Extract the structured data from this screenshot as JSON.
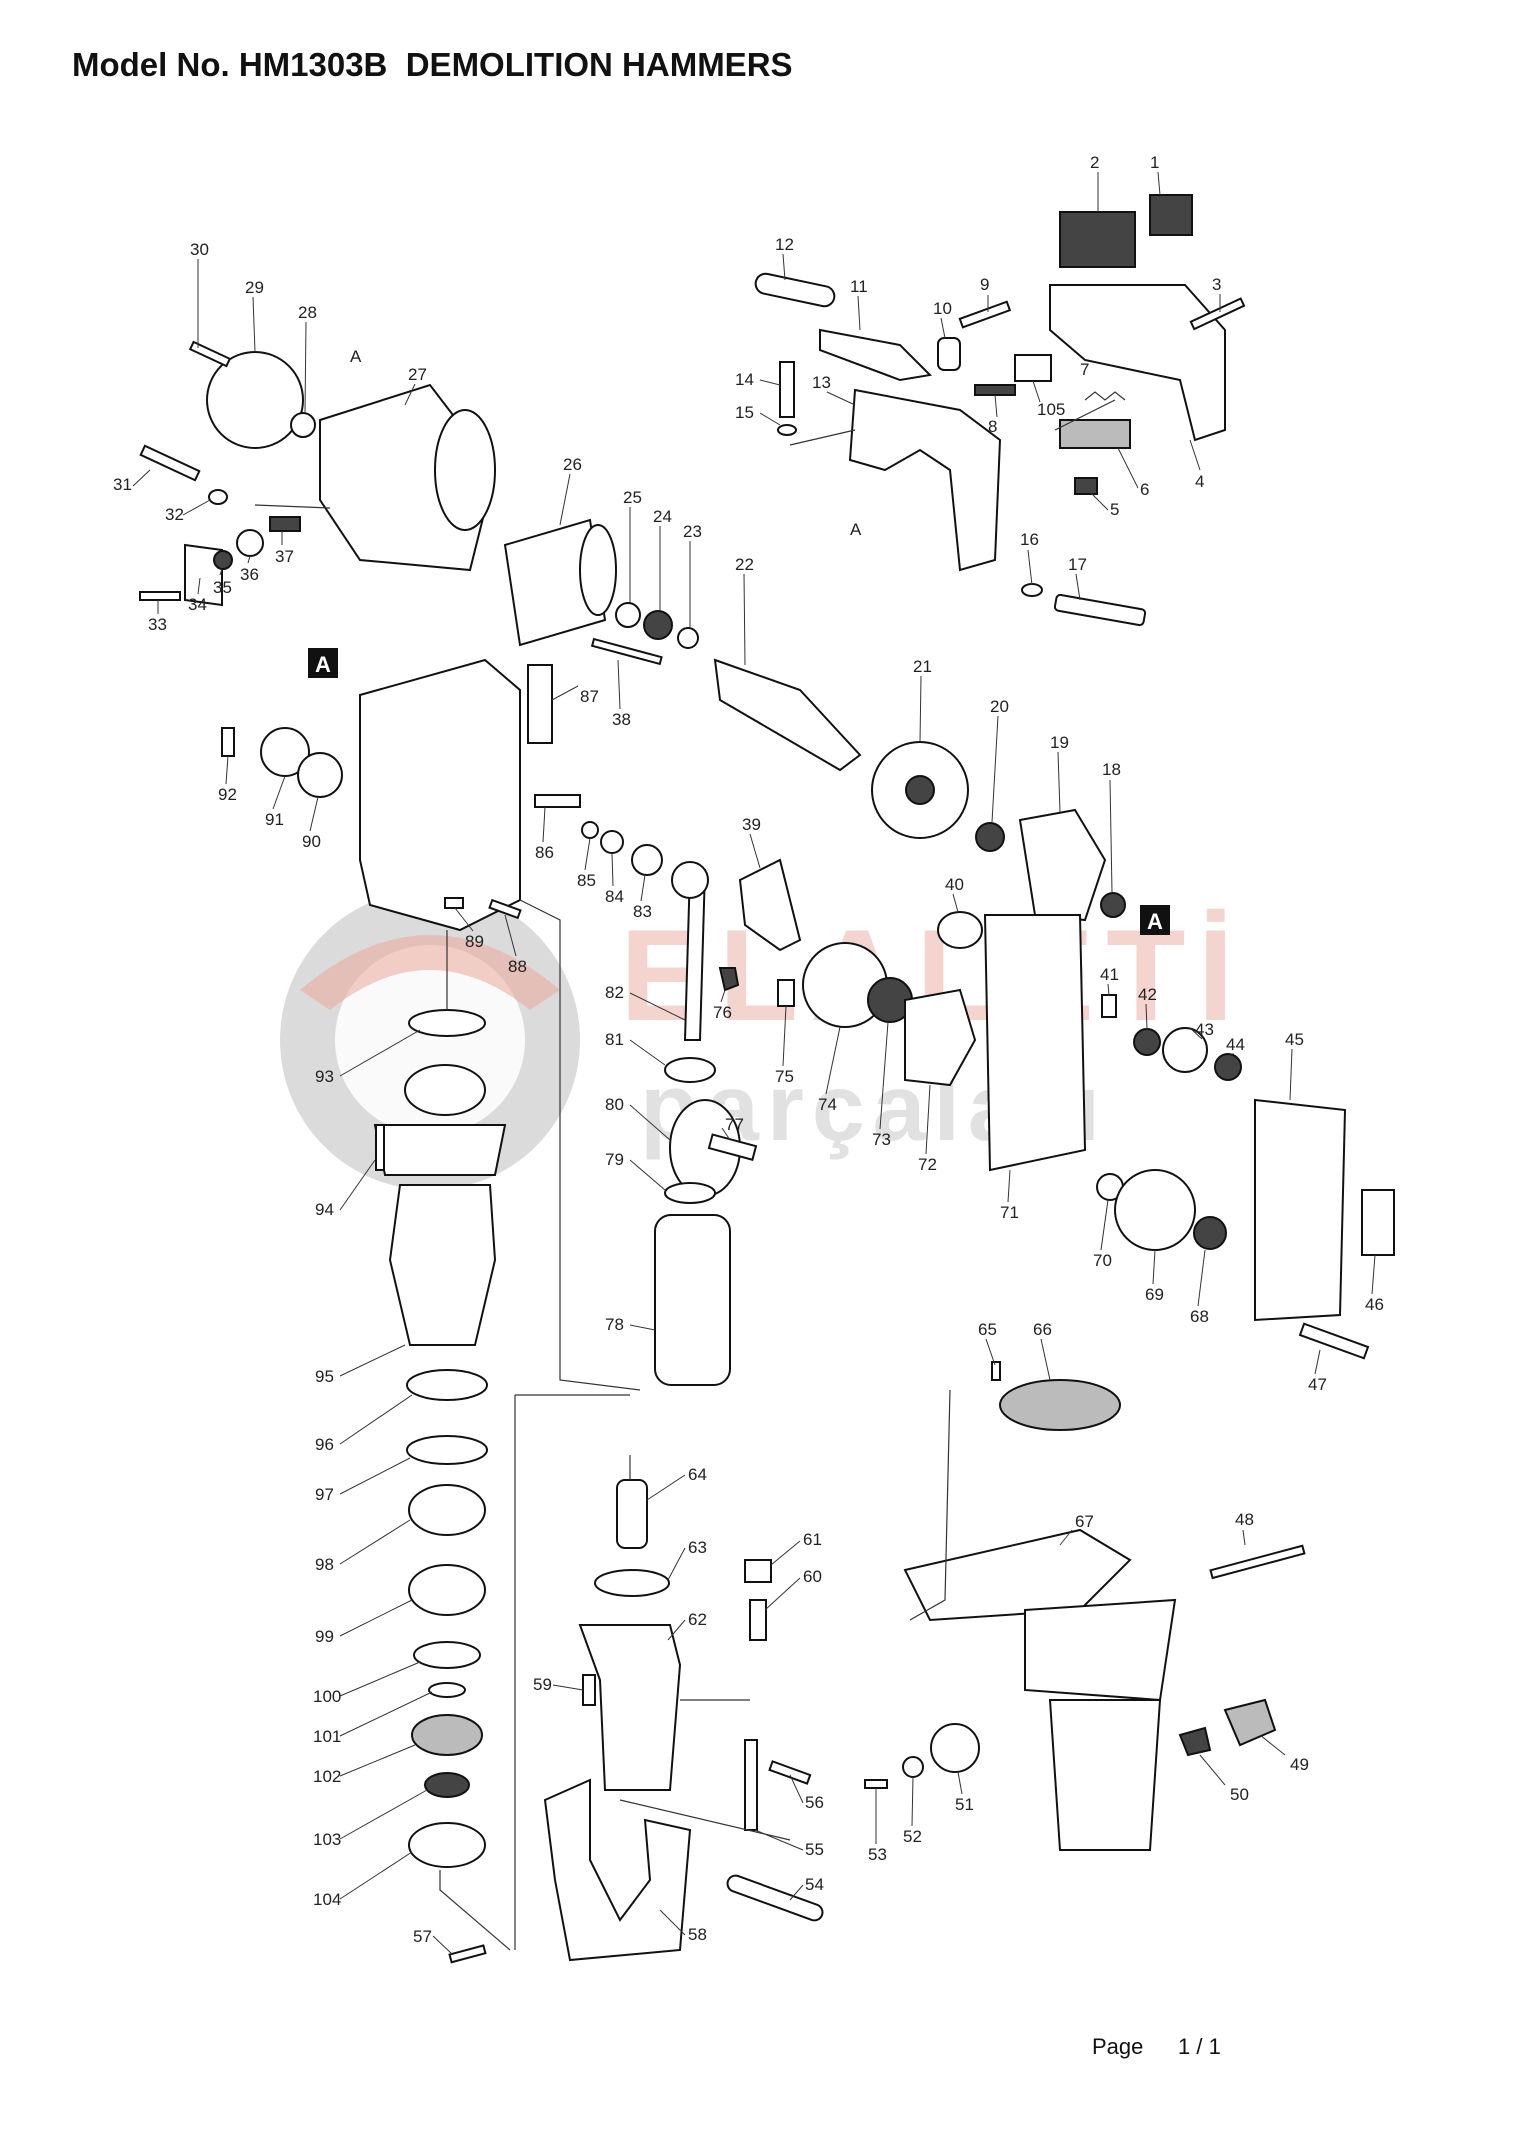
{
  "header": {
    "title": "Model No. HM1303B  DEMOLITION HAMMERS"
  },
  "footer": {
    "page_label": "Page",
    "page_number": "1 / 1"
  },
  "watermark": {
    "line1": "ELALETİ",
    "line2": "parçaları",
    "color_primary": "#e9a79b",
    "color_secondary": "#bdbdbd"
  },
  "markers": {
    "a_small_top": "A",
    "a_small_bottom": "A",
    "a_box_left": "A",
    "a_box_right": "A"
  },
  "parts": {
    "p1": "1",
    "p2": "2",
    "p3": "3",
    "p4": "4",
    "p5": "5",
    "p6": "6",
    "p7": "7",
    "p8": "8",
    "p9": "9",
    "p10": "10",
    "p11": "11",
    "p12": "12",
    "p13": "13",
    "p14": "14",
    "p15": "15",
    "p16": "16",
    "p17": "17",
    "p18": "18",
    "p19": "19",
    "p20": "20",
    "p21": "21",
    "p22": "22",
    "p23": "23",
    "p24": "24",
    "p25": "25",
    "p26": "26",
    "p27": "27",
    "p28": "28",
    "p29": "29",
    "p30": "30",
    "p31": "31",
    "p32": "32",
    "p33": "33",
    "p34": "34",
    "p35": "35",
    "p36": "36",
    "p37": "37",
    "p38": "38",
    "p39": "39",
    "p40": "40",
    "p41": "41",
    "p42": "42",
    "p43": "43",
    "p44": "44",
    "p45": "45",
    "p46": "46",
    "p47": "47",
    "p48": "48",
    "p49": "49",
    "p50": "50",
    "p51": "51",
    "p52": "52",
    "p53": "53",
    "p54": "54",
    "p55": "55",
    "p56": "56",
    "p57": "57",
    "p58": "58",
    "p59": "59",
    "p60": "60",
    "p61": "61",
    "p62": "62",
    "p63": "63",
    "p64": "64",
    "p65": "65",
    "p66": "66",
    "p67": "67",
    "p68": "68",
    "p69": "69",
    "p70": "70",
    "p71": "71",
    "p72": "72",
    "p73": "73",
    "p74": "74",
    "p75": "75",
    "p76": "76",
    "p77": "77",
    "p78": "78",
    "p79": "79",
    "p80": "80",
    "p81": "81",
    "p82": "82",
    "p83": "83",
    "p84": "84",
    "p85": "85",
    "p86": "86",
    "p87": "87",
    "p88": "88",
    "p89": "89",
    "p90": "90",
    "p91": "91",
    "p92": "92",
    "p93": "93",
    "p94": "94",
    "p95": "95",
    "p96": "96",
    "p97": "97",
    "p98": "98",
    "p99": "99",
    "p100": "100",
    "p101": "101",
    "p102": "102",
    "p103": "103",
    "p104": "104",
    "p105": "105"
  }
}
